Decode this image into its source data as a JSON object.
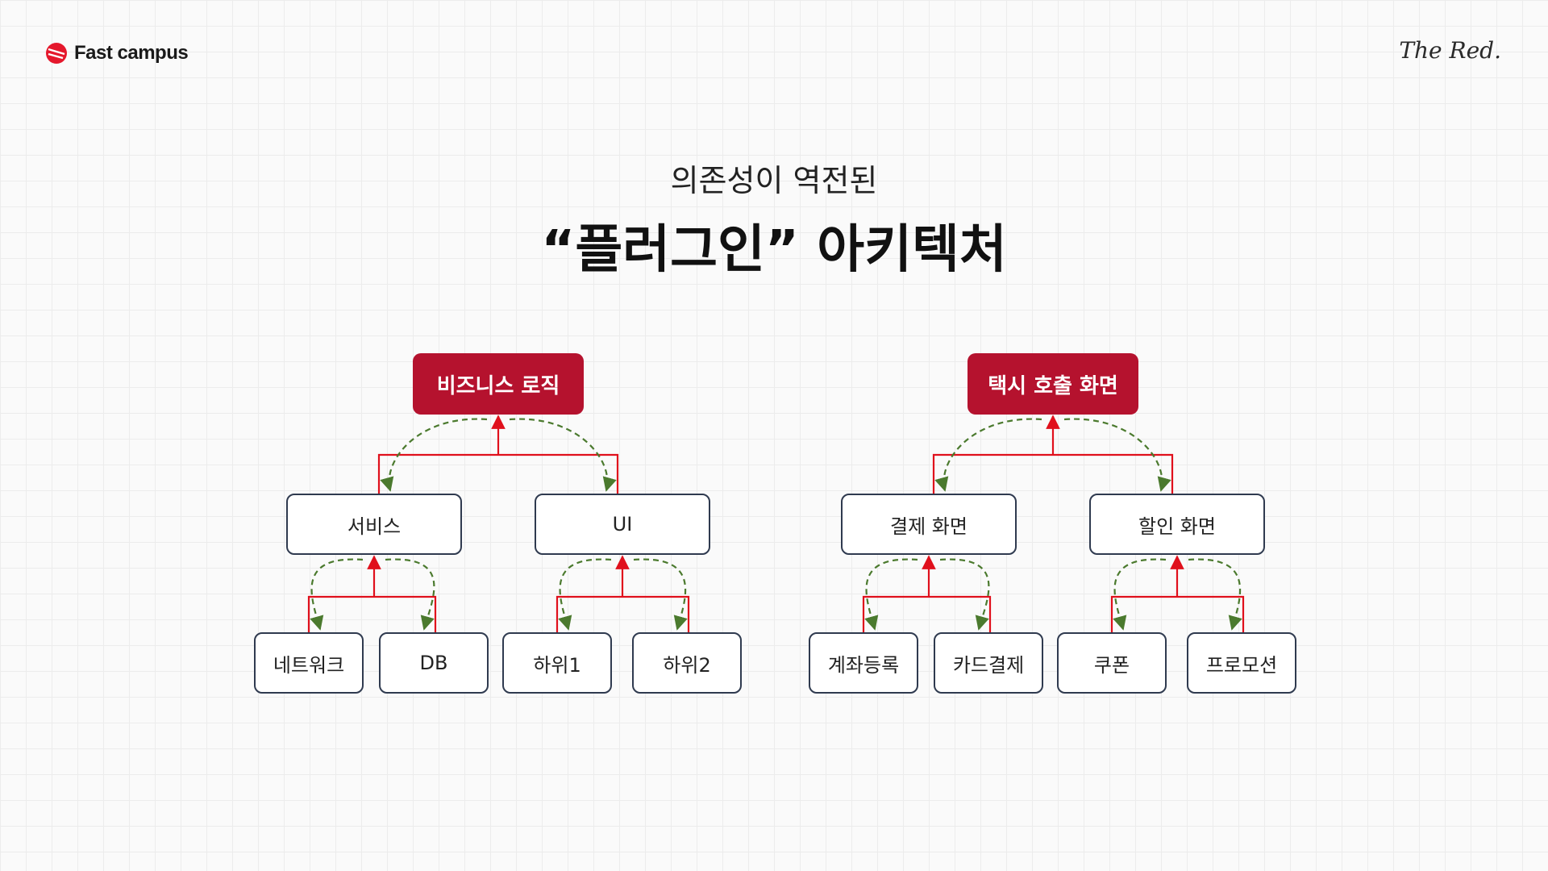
{
  "header": {
    "logo_text": "Fast campus",
    "signature": "The Red."
  },
  "subtitle": "의존성이 역전된",
  "title": "“플러그인” 아키텍처",
  "colors": {
    "root_fill": "#b5122e",
    "solid_arrow": "#e0101c",
    "dashed_arrow": "#4b7a2e",
    "node_border": "#2f3a4f"
  },
  "diagrams": [
    {
      "root": "비즈니스 로직",
      "children": [
        {
          "label": "서비스",
          "leaves": [
            "네트워크",
            "DB"
          ]
        },
        {
          "label": "UI",
          "leaves": [
            "하위1",
            "하위2"
          ]
        }
      ]
    },
    {
      "root": "택시 호출 화면",
      "children": [
        {
          "label": "결제 화면",
          "leaves": [
            "계좌등록",
            "카드결제"
          ]
        },
        {
          "label": "할인 화면",
          "leaves": [
            "쿠폰",
            "프로모션"
          ]
        }
      ]
    }
  ]
}
